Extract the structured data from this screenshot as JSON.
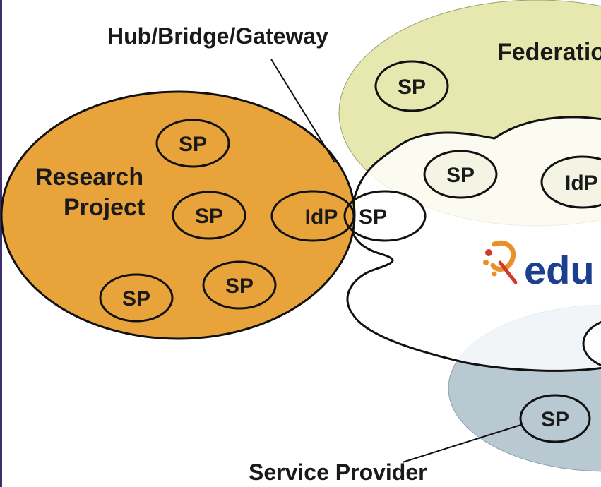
{
  "labels": {
    "hub": "Hub/Bridge/Gateway",
    "federation": "Federatio",
    "research_line1": "Research",
    "research_line2": "Project",
    "service_provider": "Service Provider",
    "edugain_partial": "edu"
  },
  "nodes": {
    "sp": "SP",
    "idp": "IdP",
    "idp_partial": "IdP"
  },
  "colors": {
    "research_fill": "#e8a33a",
    "federation_fill": "#e6e8b0",
    "sp_region_fill": "#b9c9d2",
    "cloud_fill": "#ffffff",
    "outline": "#111111",
    "frame": "#3d2f6e",
    "edu_blue": "#1d3f8f",
    "logo_orange": "#e8912a",
    "logo_red": "#cf3a2a"
  }
}
